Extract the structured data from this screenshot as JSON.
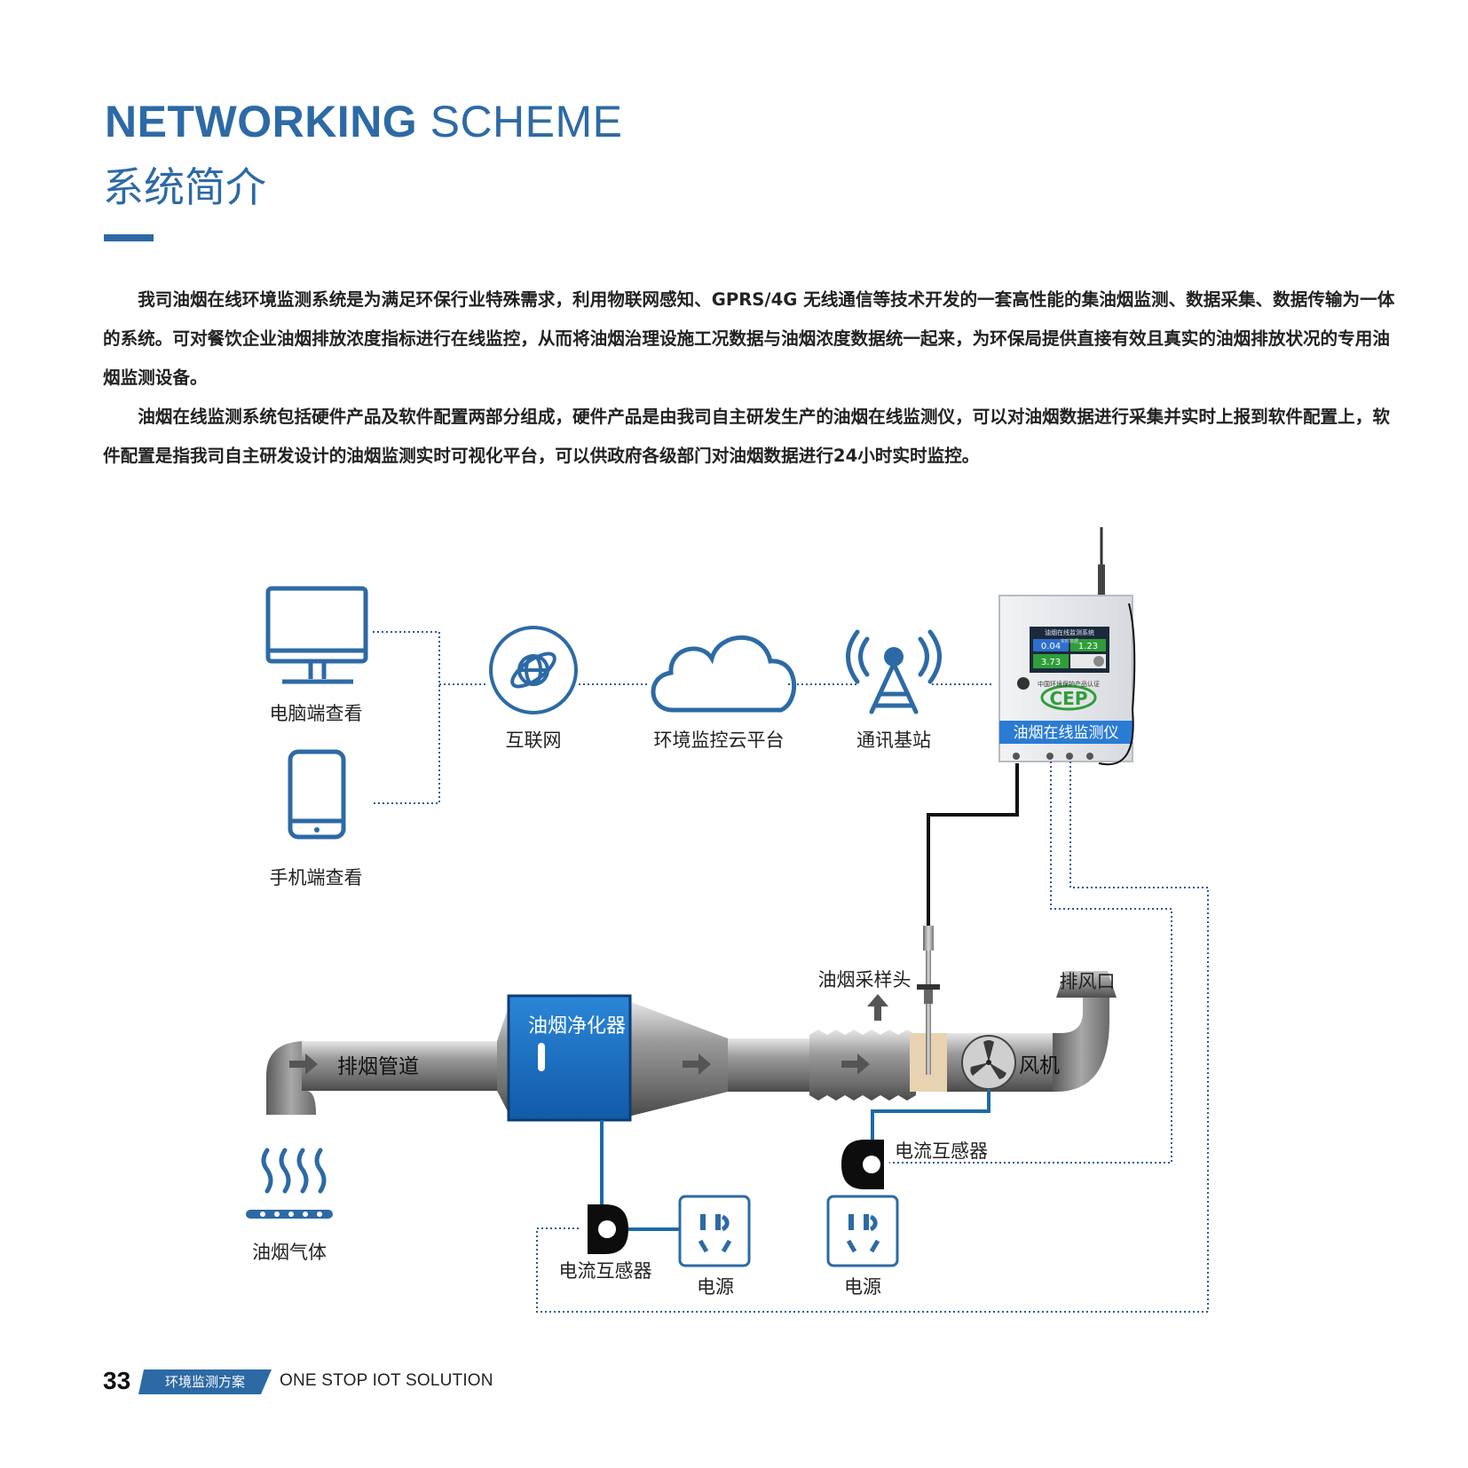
{
  "header": {
    "title_en_bold": "NETWORKING",
    "title_en_light": " SCHEME",
    "title_cn": "系统简介"
  },
  "intro": {
    "p1": "我司油烟在线环境监测系统是为满足环保行业特殊需求，利用物联网感知、GPRS/4G 无线通信等技术开发的一套高性能的集油烟监测、数据采集、数据传输为一体的系统。可对餐饮企业油烟排放浓度指标进行在线监控，从而将油烟治理设施工况数据与油烟浓度数据统一起来，为环保局提供直接有效且真实的油烟排放状况的专用油烟监测设备。",
    "p2": "油烟在线监测系统包括硬件产品及软件配置两部分组成，硬件产品是由我司自主研发生产的油烟在线监测仪，可以对油烟数据进行采集并实时上报到软件配置上，软件配置是指我司自主研发设计的油烟监测实时可视化平台，可以供政府各级部门对油烟数据进行24小时实时监控。"
  },
  "diagram": {
    "pc_label": "电脑端查看",
    "phone_label": "手机端查看",
    "internet_label": "互联网",
    "cloud_label": "环境监控云平台",
    "base_station_label": "通讯基站",
    "monitor": {
      "name_label": "油烟在线监测仪",
      "screen_title": "油烟在线监测系统",
      "screen_sub": "实时数据",
      "value_1": "0.04",
      "value_2": "1.23",
      "value_3": "3.73",
      "cert_text": "中国环境保护产品认证",
      "logo": "CEP"
    },
    "probe_label": "油烟采样头",
    "exhaust_label": "排风口",
    "duct_label": "排烟管道",
    "purifier_label": "油烟净化器",
    "fan_label": "风机",
    "ct_label_right": "电流互感器",
    "ct_label_left": "电流互感器",
    "power_label_left": "电源",
    "power_label_right": "电源",
    "fumes_label": "油烟气体"
  },
  "footer": {
    "page_number": "33",
    "tag": "环境监测方案",
    "slogan": "ONE STOP IOT SOLUTION"
  },
  "colors": {
    "brand_blue": "#2d6aa5",
    "dotted_blue": "#2b5a9a",
    "purifier_blue": "#1a6fc0",
    "cable_black": "#111111",
    "wire_blue": "#1d6aa8"
  }
}
